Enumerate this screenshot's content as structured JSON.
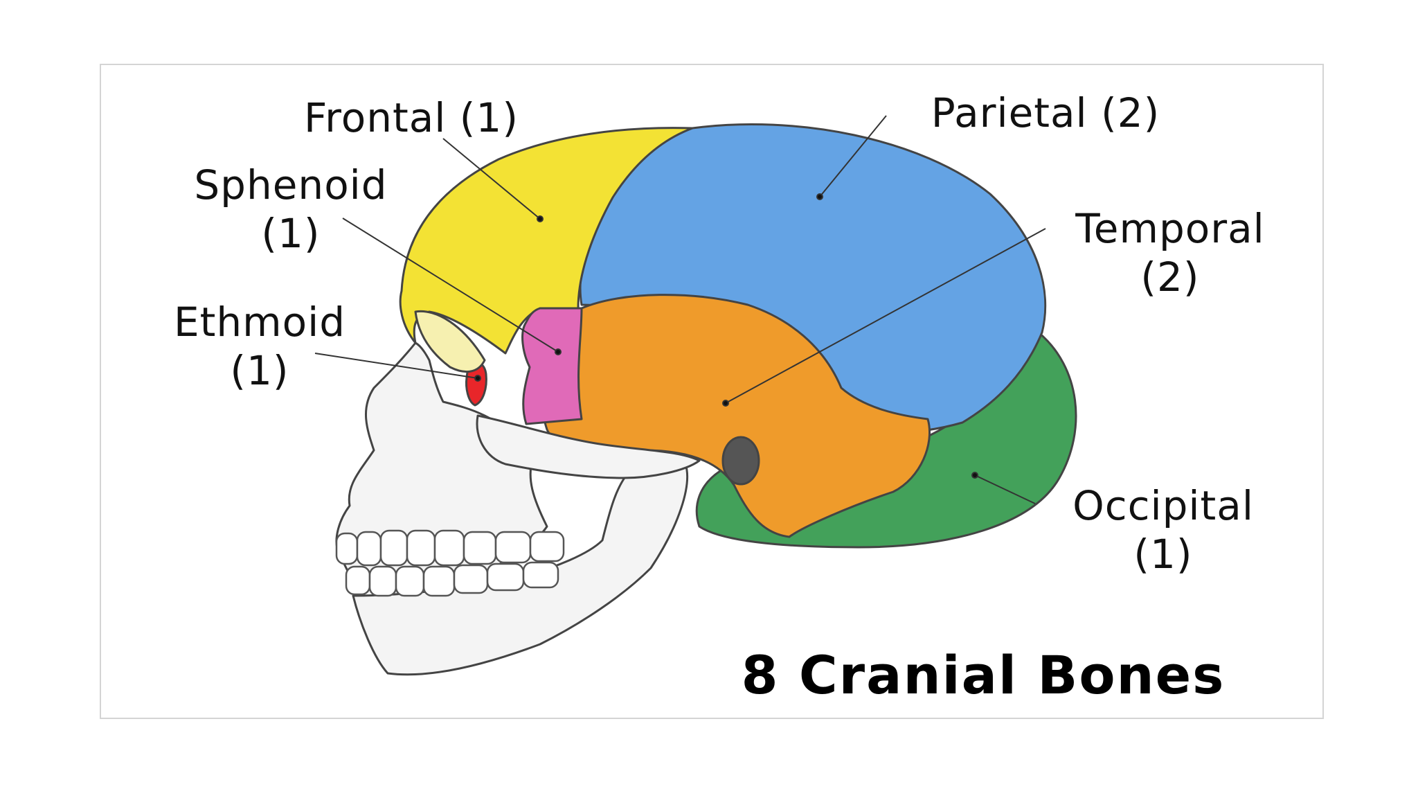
{
  "title": "8 Cranial Bones",
  "labels": {
    "frontal": {
      "name": "Frontal (1)"
    },
    "parietal": {
      "name": "Parietal (2)"
    },
    "sphenoid": {
      "name": "Sphenoid",
      "count": "(1)"
    },
    "temporal": {
      "name": "Temporal",
      "count": "(2)"
    },
    "ethmoid": {
      "name": "Ethmoid",
      "count": "(1)"
    },
    "occipital": {
      "name": "Occipital",
      "count": "(1)"
    }
  },
  "colors": {
    "frontal": "#f3e234",
    "parietal": "#64a3e4",
    "temporal": "#ef9b2b",
    "sphenoid": "#e06ab8",
    "ethmoid": "#e8262a",
    "occipital": "#43a15a",
    "bone": "#f4f4f4",
    "outline": "#444444"
  }
}
